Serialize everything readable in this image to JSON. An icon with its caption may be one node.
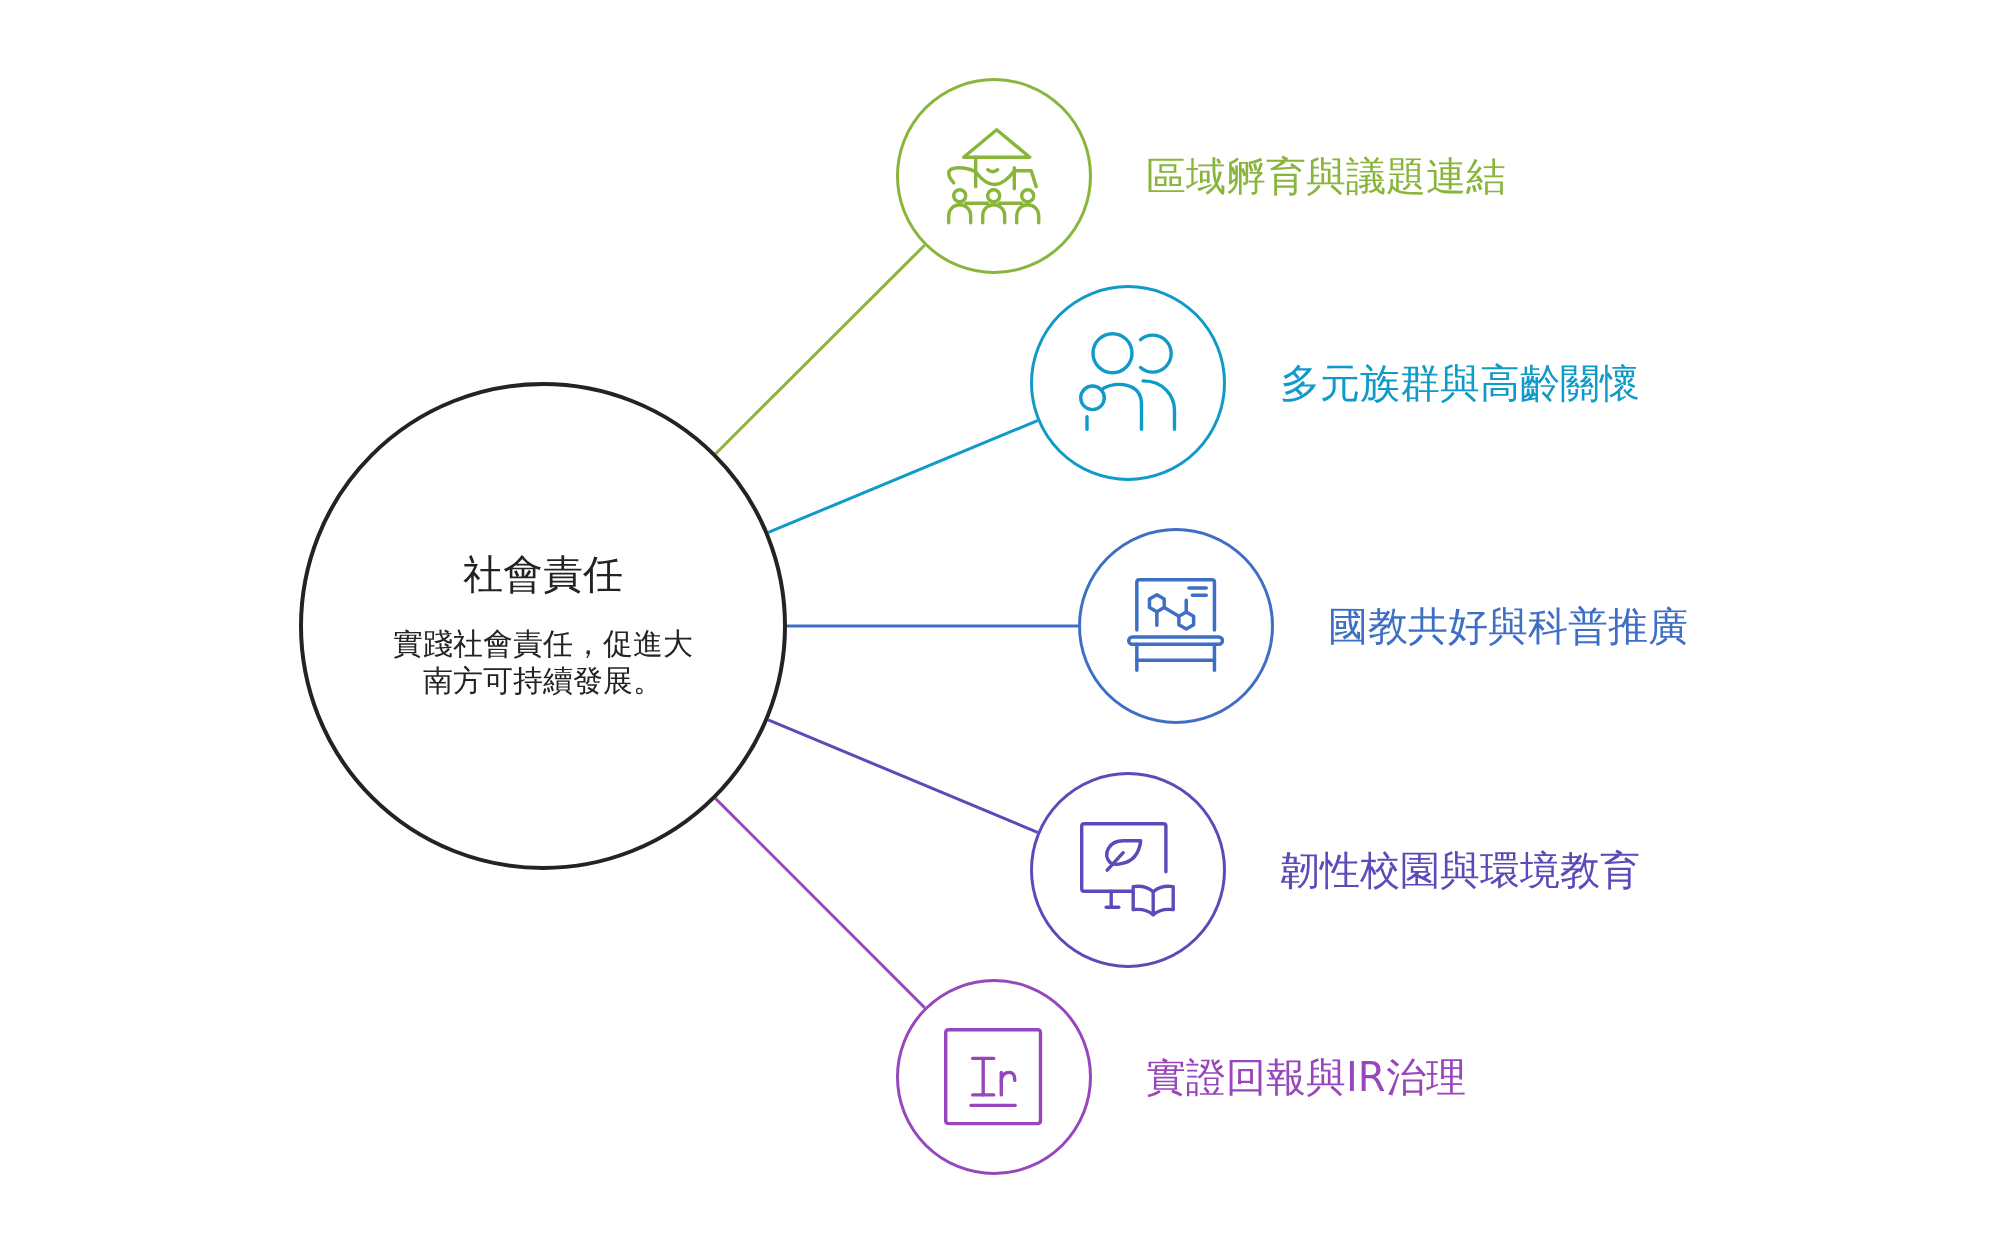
{
  "diagram": {
    "nodes": [
      {
        "text": [
          "社會責任",
          "實踐社會責任，促進大南方可持續發展。"
        ]
      },
      {
        "text": [],
        "shape": "circle",
        "beside": [
          "區域孵育與議題連結"
        ]
      },
      {
        "text": [],
        "shape": "circle",
        "beside": [
          "多元族群與高齡關懷"
        ]
      },
      {
        "text": [],
        "shape": "circle",
        "beside": [
          "國教共好與科普推廣"
        ]
      },
      {
        "text": [],
        "shape": "circle",
        "beside": [
          "韌性校園與環境教育"
        ]
      },
      {
        "text": [],
        "shape": "circle",
        "beside": [
          "實證回報與IR治理"
        ]
      }
    ],
    "edges": [
      {
        "from": 0,
        "to": 1,
        "arrow": "none",
        "color": "#88b53a"
      },
      {
        "from": 0,
        "to": 2,
        "arrow": "none",
        "color": "#0f9ac8"
      },
      {
        "from": 0,
        "to": 3,
        "arrow": "none",
        "color": "#3e6fc4"
      },
      {
        "from": 0,
        "to": 4,
        "arrow": "none",
        "color": "#5b4bb9"
      },
      {
        "from": 0,
        "to": 5,
        "arrow": "none",
        "color": "#9747bb"
      }
    ]
  }
}
